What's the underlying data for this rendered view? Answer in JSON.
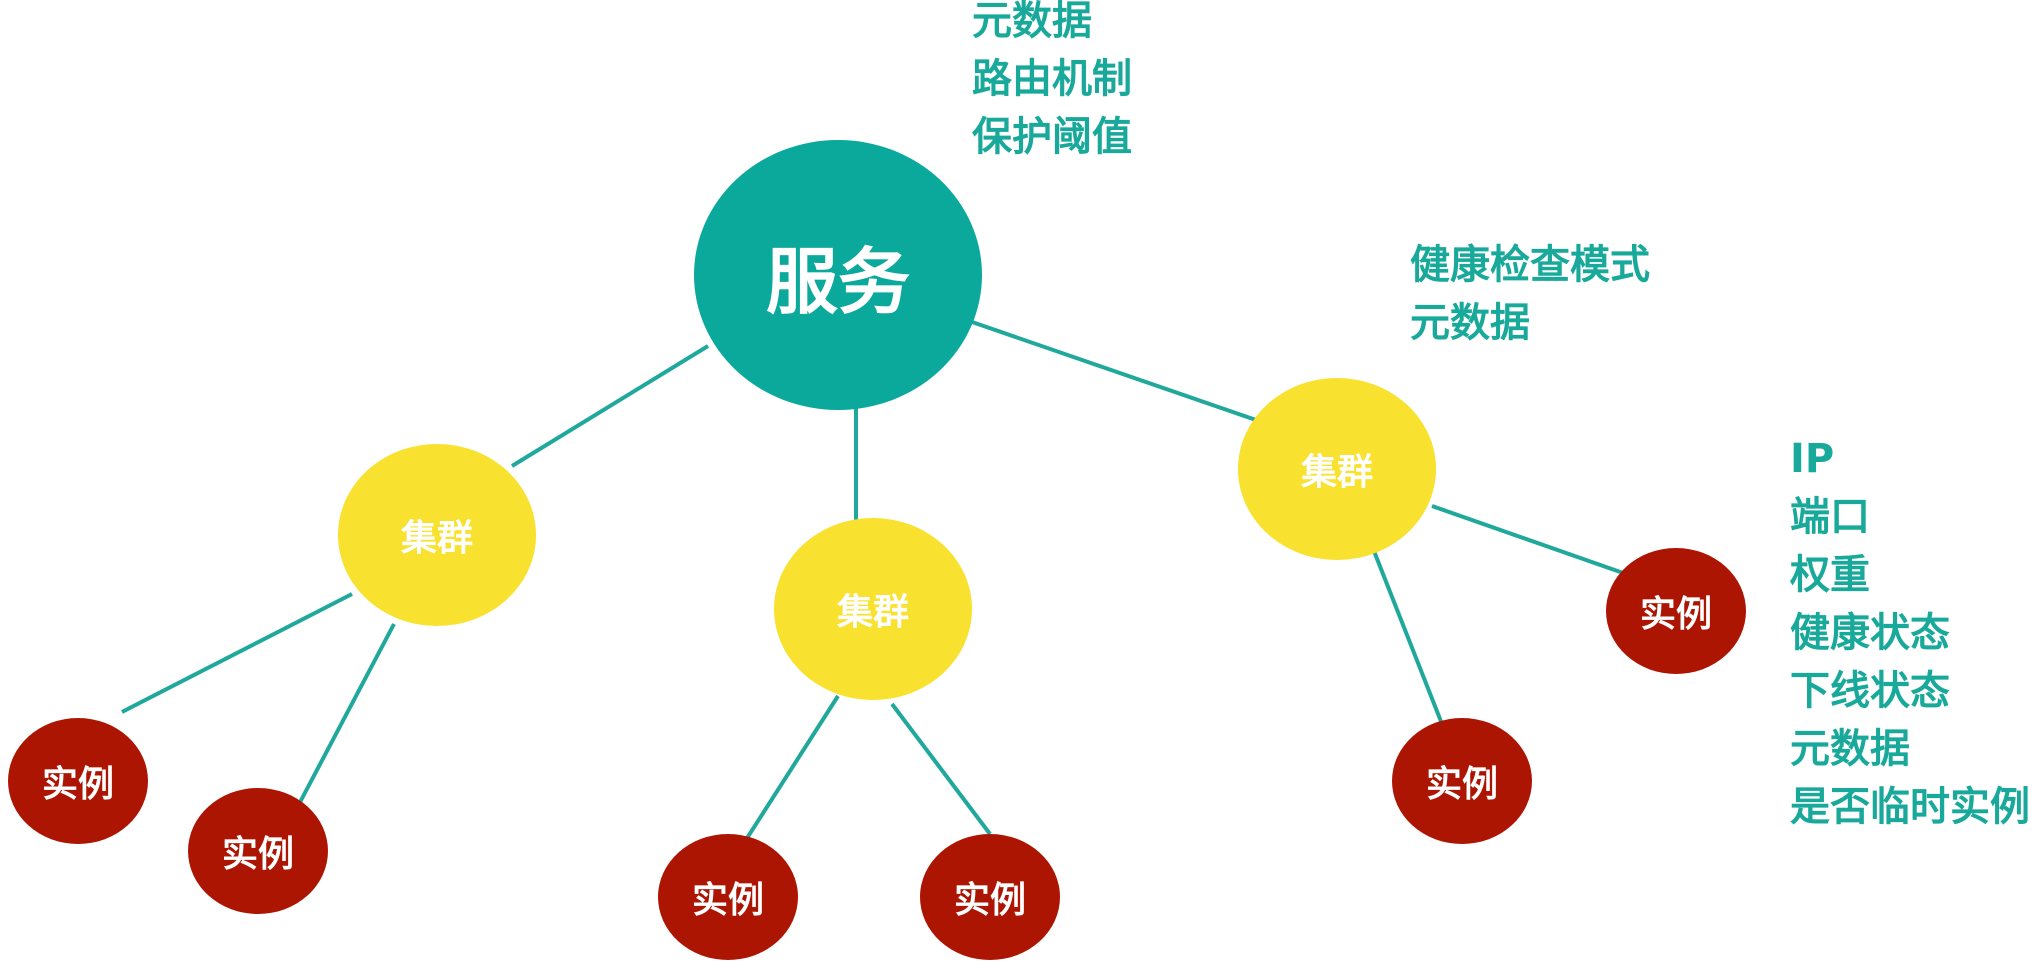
{
  "colors": {
    "service": "#0aa99c",
    "cluster": "#f9e12f",
    "instance": "#ad1503",
    "edge": "#1fa89b",
    "annotation_text": "#18a99b",
    "node_text": "#ffffff"
  },
  "service": {
    "label": "服务",
    "attributes": [
      "元数据",
      "路由机制",
      "保护阈值"
    ]
  },
  "clusters": [
    {
      "label": "集群",
      "instances": [
        {
          "label": "实例"
        },
        {
          "label": "实例"
        }
      ]
    },
    {
      "label": "集群",
      "instances": [
        {
          "label": "实例"
        },
        {
          "label": "实例"
        }
      ]
    },
    {
      "label": "集群",
      "attributes": [
        "健康检查模式",
        "元数据"
      ],
      "instances": [
        {
          "label": "实例"
        },
        {
          "label": "实例"
        }
      ]
    }
  ],
  "instance_attributes": [
    "IP",
    "端口",
    "权重",
    "健康状态",
    "下线状态",
    "元数据",
    "是否临时实例"
  ]
}
